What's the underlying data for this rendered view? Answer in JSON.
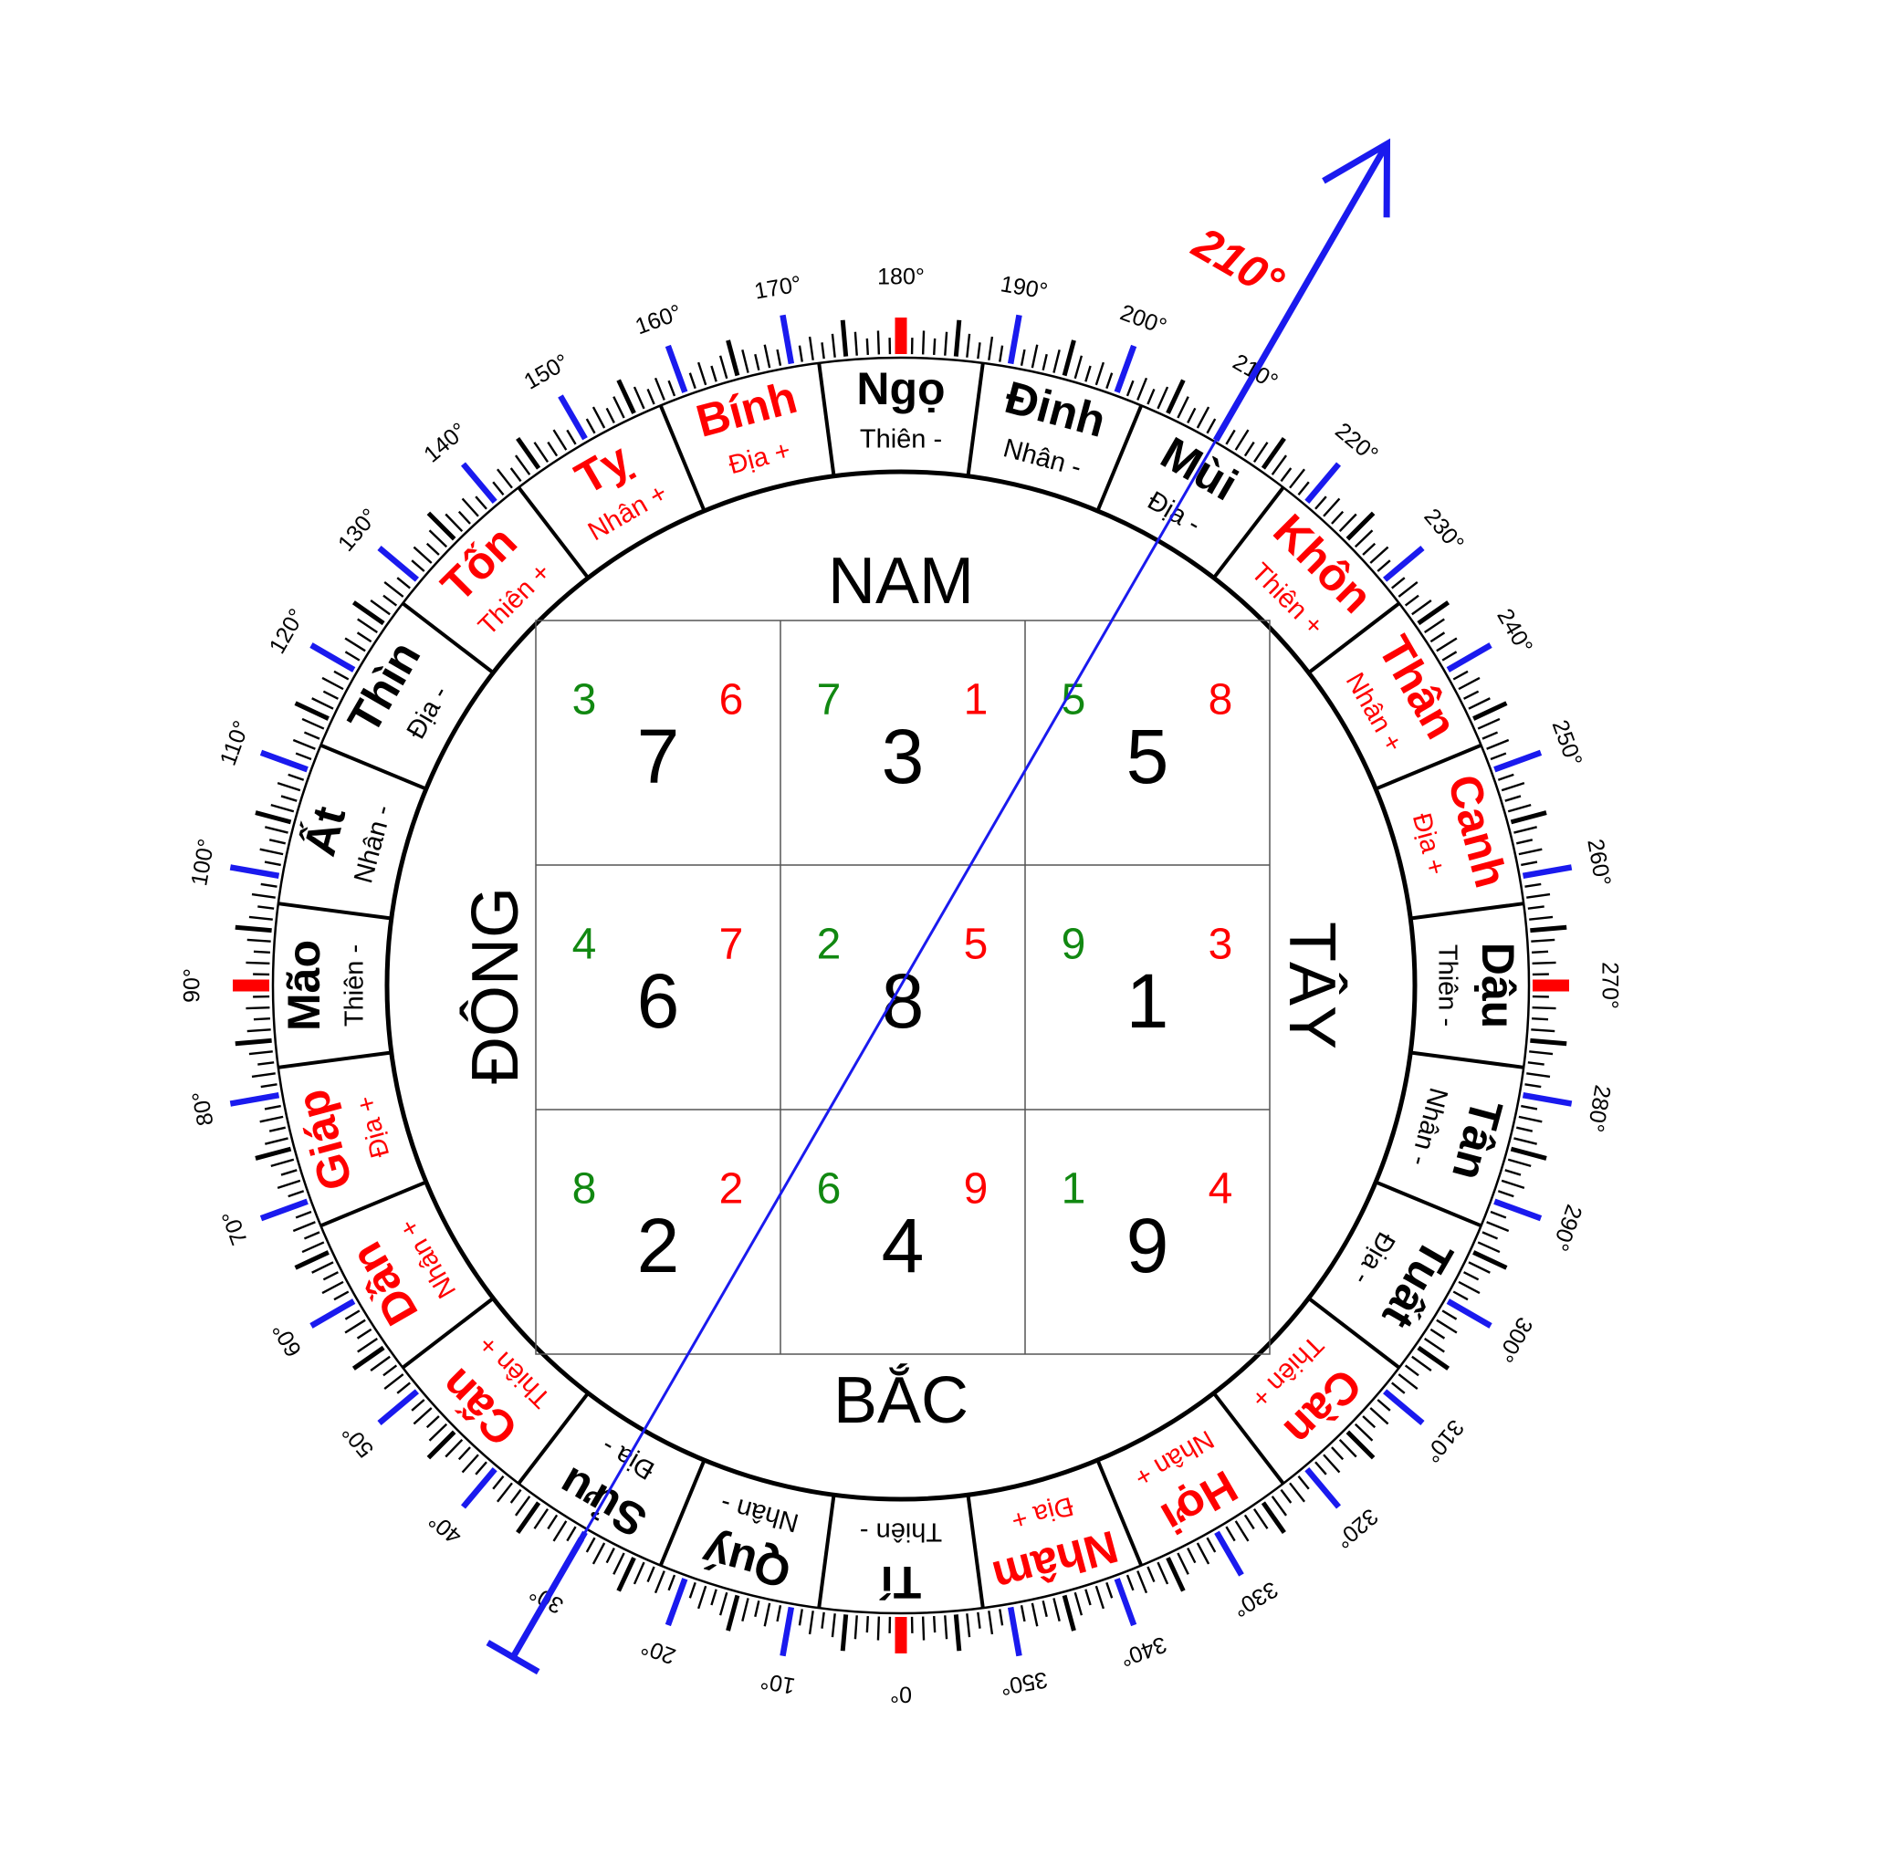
{
  "colors": {
    "red": "#ff0000",
    "green": "#118811",
    "blue": "#1a1aee",
    "black": "#000000"
  },
  "direction_labels": {
    "north": "BẮC",
    "south": "NAM",
    "east": "ĐÔNG",
    "west": "TÂY"
  },
  "facing": {
    "degrees": 210,
    "label": "210°"
  },
  "degree_labels": [
    "0°",
    "10°",
    "20°",
    "30°",
    "40°",
    "50°",
    "60°",
    "70°",
    "80°",
    "90°",
    "100°",
    "110°",
    "120°",
    "130°",
    "140°",
    "150°",
    "160°",
    "170°",
    "180°",
    "190°",
    "200°",
    "210°",
    "220°",
    "230°",
    "240°",
    "250°",
    "260°",
    "270°",
    "280°",
    "290°",
    "300°",
    "310°",
    "320°",
    "330°",
    "340°",
    "350°"
  ],
  "mountains": [
    {
      "name": "Tí",
      "sub": "Thiên -",
      "color": "black"
    },
    {
      "name": "Quý",
      "sub": "Nhân -",
      "color": "black"
    },
    {
      "name": "Sửu",
      "sub": "Địa -",
      "color": "black"
    },
    {
      "name": "Cấn",
      "sub": "Thiên +",
      "color": "red"
    },
    {
      "name": "Dần",
      "sub": "Nhân +",
      "color": "red"
    },
    {
      "name": "Giáp",
      "sub": "Địa +",
      "color": "red"
    },
    {
      "name": "Mão",
      "sub": "Thiên -",
      "color": "black"
    },
    {
      "name": "Ất",
      "sub": "Nhân -",
      "color": "black"
    },
    {
      "name": "Thìn",
      "sub": "Địa -",
      "color": "black"
    },
    {
      "name": "Tốn",
      "sub": "Thiên +",
      "color": "red"
    },
    {
      "name": "Tỵ",
      "sub": "Nhân +",
      "color": "red"
    },
    {
      "name": "Bính",
      "sub": "Địa +",
      "color": "red"
    },
    {
      "name": "Ngọ",
      "sub": "Thiên -",
      "color": "black"
    },
    {
      "name": "Đinh",
      "sub": "Nhân -",
      "color": "black"
    },
    {
      "name": "Mùi",
      "sub": "Địa -",
      "color": "black"
    },
    {
      "name": "Khôn",
      "sub": "Thiên +",
      "color": "red"
    },
    {
      "name": "Thân",
      "sub": "Nhân +",
      "color": "red"
    },
    {
      "name": "Canh",
      "sub": "Địa +",
      "color": "red"
    },
    {
      "name": "Dậu",
      "sub": "Thiên -",
      "color": "black"
    },
    {
      "name": "Tân",
      "sub": "Nhân -",
      "color": "black"
    },
    {
      "name": "Tuất",
      "sub": "Địa -",
      "color": "black"
    },
    {
      "name": "Càn",
      "sub": "Thiên +",
      "color": "red"
    },
    {
      "name": "Hợi",
      "sub": "Nhân +",
      "color": "red"
    },
    {
      "name": "Nhâm",
      "sub": "Địa +",
      "color": "red"
    }
  ],
  "grid": [
    [
      {
        "big": "7",
        "green": "3",
        "red": "6"
      },
      {
        "big": "3",
        "green": "7",
        "red": "1"
      },
      {
        "big": "5",
        "green": "5",
        "red": "8"
      }
    ],
    [
      {
        "big": "6",
        "green": "4",
        "red": "7"
      },
      {
        "big": "8",
        "green": "2",
        "red": "5"
      },
      {
        "big": "1",
        "green": "9",
        "red": "3"
      }
    ],
    [
      {
        "big": "2",
        "green": "8",
        "red": "2"
      },
      {
        "big": "4",
        "green": "6",
        "red": "9"
      },
      {
        "big": "9",
        "green": "1",
        "red": "4"
      }
    ]
  ]
}
